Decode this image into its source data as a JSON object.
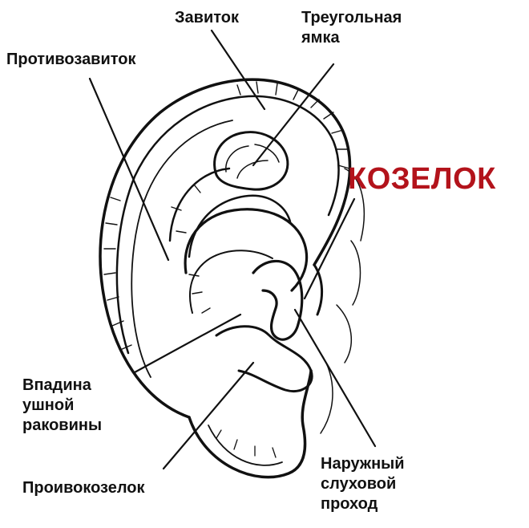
{
  "labels": {
    "helix": "Завиток",
    "triangular_fossa": [
      "Треугольная",
      "ямка"
    ],
    "antihelix": "Противозавиток",
    "tragus": "КОЗЕЛОК",
    "concha": [
      "Впадина",
      "ушной",
      "раковины"
    ],
    "antitragus": "Проивокозелок",
    "ear_canal": [
      "Наружный",
      "слуховой",
      "проход"
    ]
  },
  "colors": {
    "text": "#111111",
    "accent": "#b3131b",
    "line": "#111111",
    "background": "#ffffff"
  }
}
